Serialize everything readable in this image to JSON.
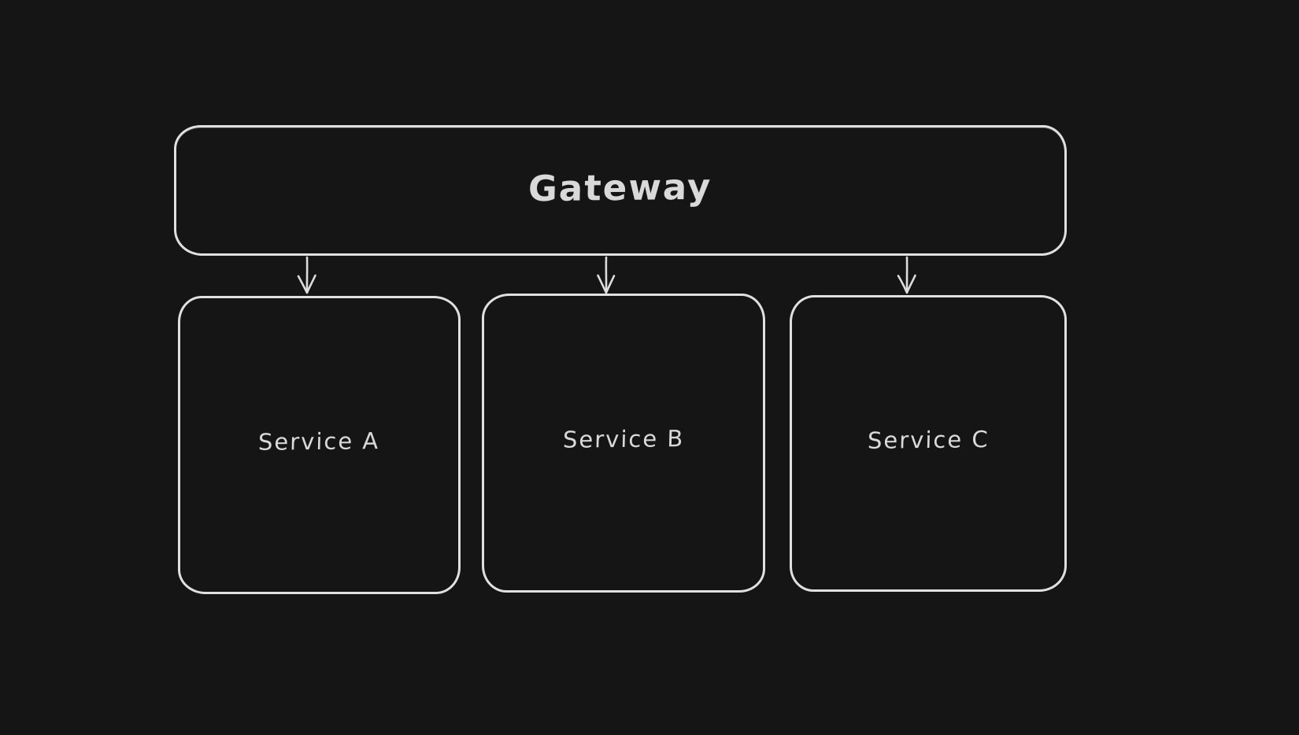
{
  "diagram": {
    "gateway": {
      "label": "Gateway"
    },
    "services": [
      {
        "label": "Service A"
      },
      {
        "label": "Service B"
      },
      {
        "label": "Service C"
      }
    ],
    "arrows": [
      {
        "from": "Gateway",
        "to": "Service A"
      },
      {
        "from": "Gateway",
        "to": "Service B"
      },
      {
        "from": "Gateway",
        "to": "Service C"
      }
    ],
    "colors": {
      "background": "#151515",
      "stroke": "#e0e0e0",
      "text": "#d9d9d9"
    }
  }
}
